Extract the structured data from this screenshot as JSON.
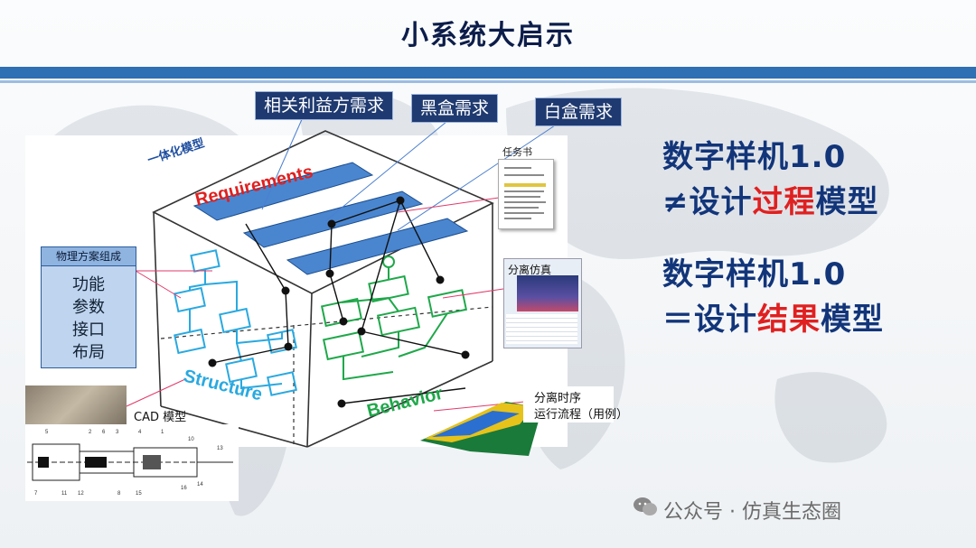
{
  "title": "小系统大启示",
  "tags": {
    "stakeholder": "相关利益方需求",
    "blackbox": "黑盒需求",
    "whitebox": "白盒需求"
  },
  "cube": {
    "integrated": "一体化模型",
    "requirements": "Requirements",
    "structure": "Structure",
    "behavior": "Behavior"
  },
  "physical": {
    "header": "物理方案组成",
    "items": [
      "功能",
      "参数",
      "接口",
      "布局"
    ]
  },
  "cad": {
    "label": "CAD 模型",
    "part_numbers": [
      "2",
      "6",
      "3",
      "4",
      "1",
      "10",
      "13",
      "11",
      "12",
      "8",
      "15",
      "16",
      "14",
      "7",
      "5"
    ]
  },
  "document": {
    "label": "任务书"
  },
  "sim1": {
    "label": "分离仿真"
  },
  "sim2": {
    "line1": "分离时序",
    "line2": "运行流程（用例）"
  },
  "right": {
    "line1": "数字样机1.0",
    "line2_prefix": "≠设计",
    "line2_red": "过程",
    "line2_suffix": "模型",
    "line3": "数字样机1.0",
    "line4_prefix": "＝设计",
    "line4_red": "结果",
    "line4_suffix": "模型"
  },
  "footer": "公众号 · 仿真生态圈",
  "colors": {
    "title": "#0c1d4a",
    "band": "#2f6fb3",
    "tag_bg": "#1f3a70",
    "right_text": "#12357a",
    "highlight": "#e02020",
    "structure": "#29a9e0",
    "behavior": "#1fa84a",
    "requirements": "#e02020",
    "bar": "#4a86d0"
  }
}
